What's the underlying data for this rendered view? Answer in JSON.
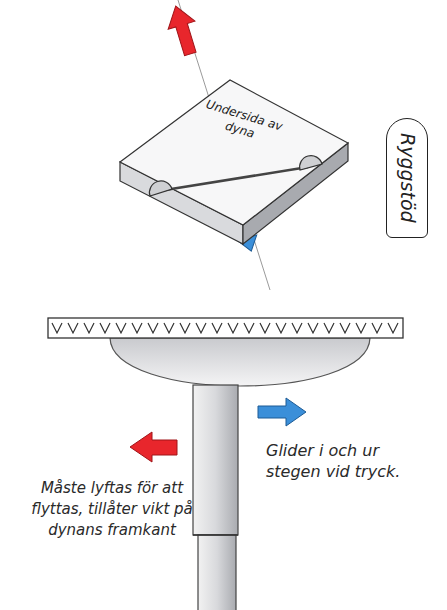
{
  "diagram": {
    "nodes": [
      {
        "text": [
          "Undersida av dyna"
        ]
      },
      {
        "text": [
          "Ryggstöd"
        ]
      }
    ],
    "labels": [
      "Måste lyftas för att flyttas, tillåter vikt på dynans framkant",
      "Glider i och ur stegen vid tryck."
    ]
  }
}
